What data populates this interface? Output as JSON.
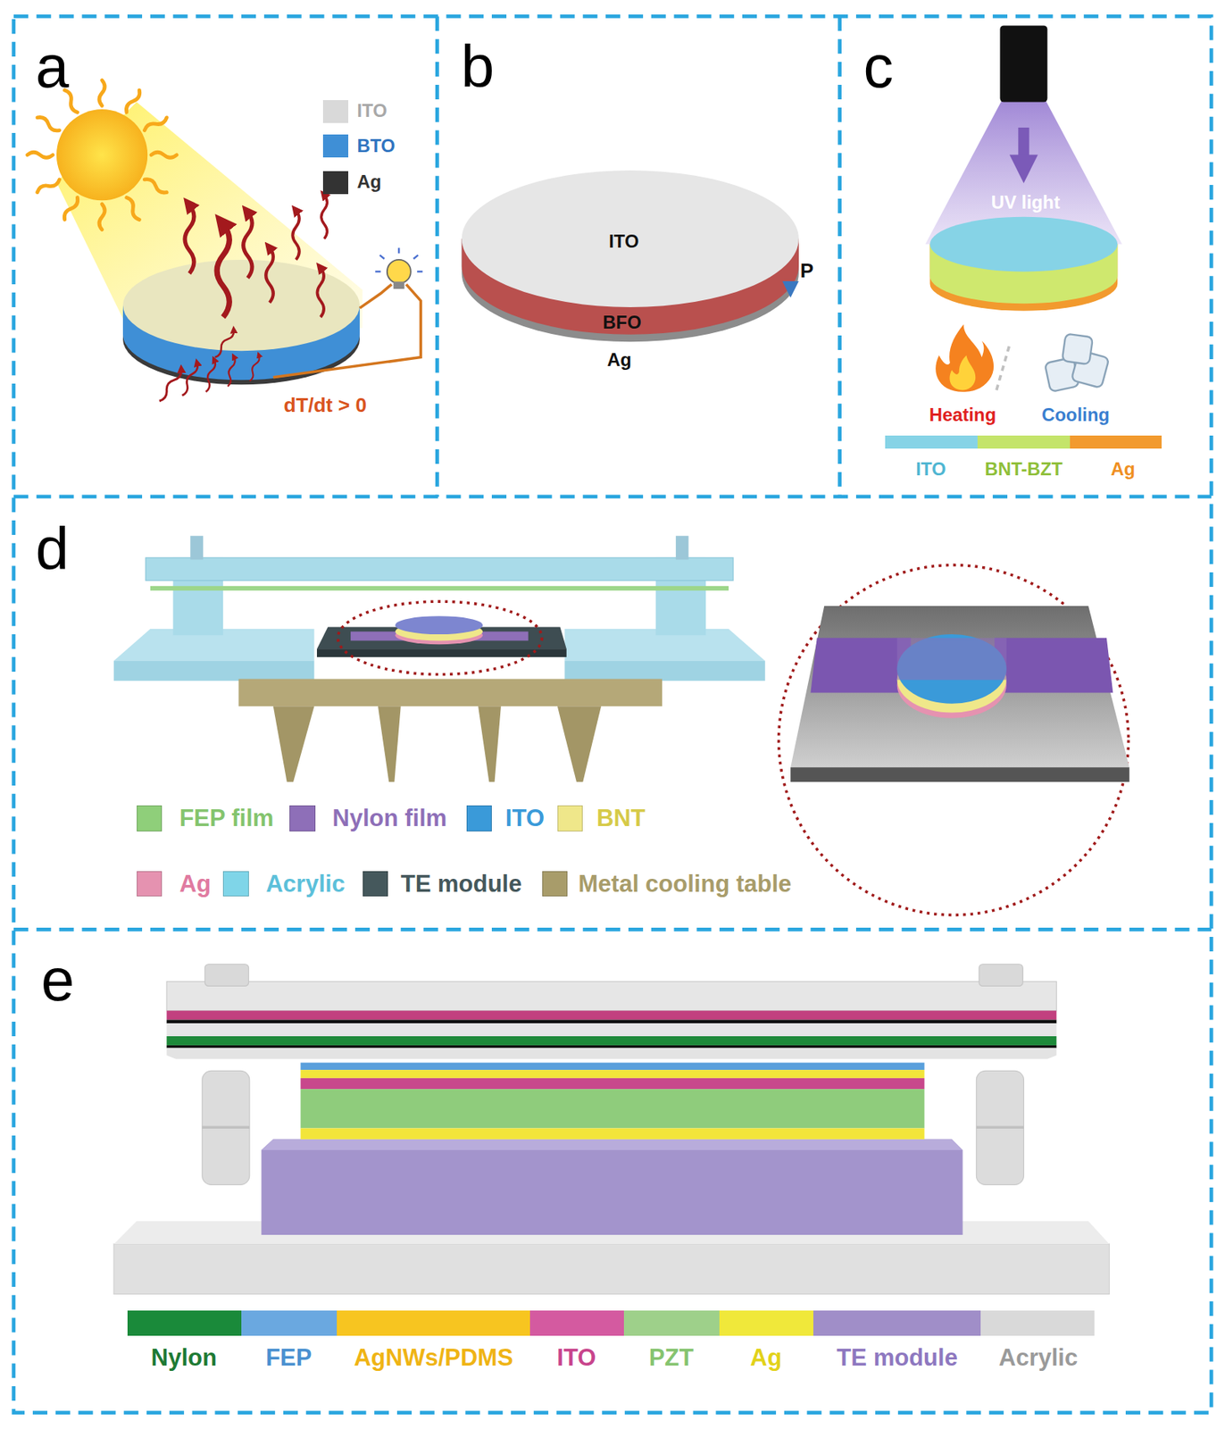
{
  "diagram": {
    "nodes": [
      {
        "text": [
          "a"
        ]
      },
      {
        "text": [
          "b"
        ]
      },
      {
        "text": [
          "c"
        ]
      },
      {
        "text": [
          "d"
        ]
      },
      {
        "text": [
          "e"
        ]
      }
    ],
    "labels": [
      "dT/dt > 0",
      "ITO",
      "P",
      "BFO",
      "Ag",
      "UV light",
      "Heating",
      "Cooling"
    ],
    "legend": [
      {
        "text": "ITO",
        "color": "#d9d9d9"
      },
      {
        "text": "BTO",
        "color": "#3f8fd6"
      },
      {
        "text": "Ag",
        "color": "#333333"
      },
      {
        "text": "ITO",
        "color": "#86d3e6"
      },
      {
        "text": "BNT-BZT",
        "color": "#c4e46a"
      },
      {
        "text": "Ag",
        "color": "#f29a2e"
      },
      {
        "text": "FEP film",
        "color": "#8fcf7a"
      },
      {
        "text": "Nylon film",
        "color": "#8e6fb8"
      },
      {
        "text": "ITO",
        "color": "#3a9ad9"
      },
      {
        "text": "BNT",
        "color": "#efe78a"
      },
      {
        "text": "Ag",
        "color": "#e592b0"
      },
      {
        "text": "Acrylic",
        "color": "#7fd5e8"
      },
      {
        "text": "TE module",
        "color": "#45585c"
      },
      {
        "text": "Metal cooling table",
        "color": "#a89c6a"
      },
      {
        "text": "Nylon",
        "color": "#1a8a3a"
      },
      {
        "text": "FEP",
        "color": "#6aa8e0"
      },
      {
        "text": "AgNWs/PDMS",
        "color": "#f7c520"
      },
      {
        "text": "ITO",
        "color": "#d45aa0"
      },
      {
        "text": "PZT",
        "color": "#9ed08a"
      },
      {
        "text": "Ag",
        "color": "#f0e83a"
      },
      {
        "text": "TE module",
        "color": "#a08ec8"
      },
      {
        "text": "Acrylic",
        "color": "#d9d9d9"
      }
    ]
  }
}
